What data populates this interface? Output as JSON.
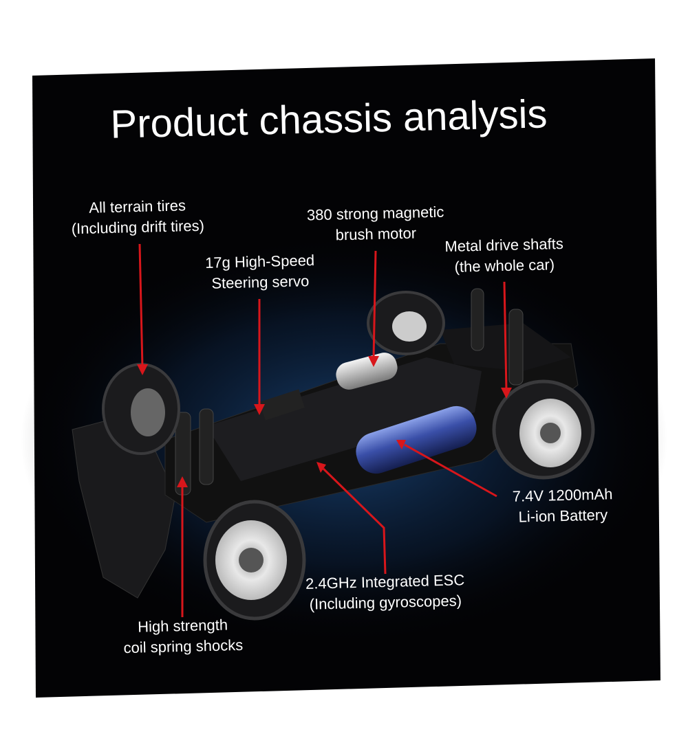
{
  "title": "Product chassis analysis",
  "colors": {
    "background": "#030305",
    "arrow": "#d8161b",
    "glow": "#1c4a80",
    "battery": "#3a4fa8"
  },
  "callouts": {
    "tires": {
      "line1": "All terrain tires",
      "line2": "(Including drift tires)"
    },
    "motor": {
      "line1": "380 strong magnetic",
      "line2": "brush motor"
    },
    "shafts": {
      "line1": "Metal drive shafts",
      "line2": "(the whole car)"
    },
    "servo": {
      "line1": "17g High-Speed",
      "line2": "Steering servo"
    },
    "battery": {
      "line1": "7.4V 1200mAh",
      "line2": "Li-ion Battery"
    },
    "esc": {
      "line1": "2.4GHz Integrated ESC",
      "line2": "(Including gyroscopes)"
    },
    "shocks": {
      "line1": "High strength",
      "line2": "coil spring shocks"
    }
  }
}
